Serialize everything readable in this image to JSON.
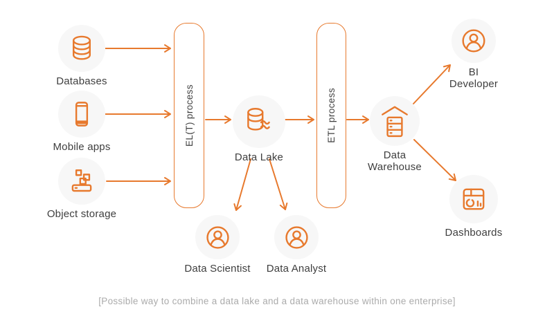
{
  "diagram": {
    "caption": "[Possible way to combine a data lake and a data warehouse within one enterprise]",
    "colors": {
      "accent": "#E7792D",
      "label": "#3E3E3E",
      "caption": "#ABABAB",
      "node_bg": "#F7F7F7"
    },
    "sources": {
      "databases": {
        "label": "Databases",
        "icon": "database-icon"
      },
      "mobile_apps": {
        "label": "Mobile apps",
        "icon": "smartphone-icon"
      },
      "object_storage": {
        "label": "Object storage",
        "icon": "object-storage-icon"
      }
    },
    "processes": {
      "elt": {
        "label": "EL(T) process"
      },
      "etl": {
        "label": "ETL process"
      }
    },
    "nodes": {
      "data_lake": {
        "label": "Data Lake",
        "icon": "data-lake-icon"
      },
      "data_warehouse": {
        "label": "Data Warehouse",
        "icon": "warehouse-icon"
      },
      "bi_developer": {
        "label": "BI Developer",
        "icon": "person-icon"
      },
      "dashboards": {
        "label": "Dashboards",
        "icon": "dashboards-icon"
      },
      "data_scientist": {
        "label": "Data Scientist",
        "icon": "person-icon"
      },
      "data_analyst": {
        "label": "Data Analyst",
        "icon": "person-icon"
      }
    },
    "connections": [
      {
        "from": "Databases",
        "to": "EL(T) process"
      },
      {
        "from": "Mobile apps",
        "to": "EL(T) process"
      },
      {
        "from": "Object storage",
        "to": "EL(T) process"
      },
      {
        "from": "EL(T) process",
        "to": "Data Lake"
      },
      {
        "from": "Data Lake",
        "to": "ETL process"
      },
      {
        "from": "ETL process",
        "to": "Data Warehouse"
      },
      {
        "from": "Data Warehouse",
        "to": "BI Developer"
      },
      {
        "from": "Data Warehouse",
        "to": "Dashboards"
      },
      {
        "from": "Data Lake",
        "to": "Data Scientist"
      },
      {
        "from": "Data Lake",
        "to": "Data Analyst"
      }
    ]
  }
}
